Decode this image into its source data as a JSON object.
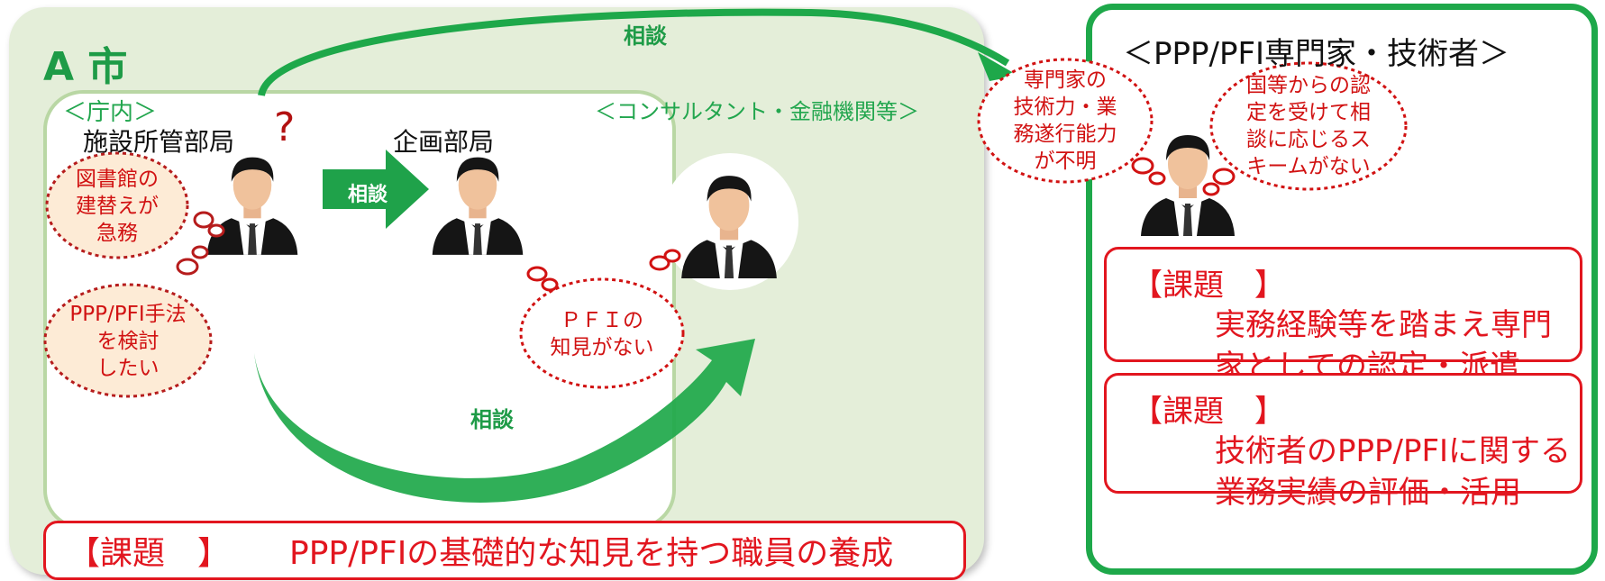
{
  "city": {
    "title": "A 市",
    "office_label": "＜庁内＞",
    "facility_dept": "施設所管部局",
    "planning_dept": "企画部局",
    "consultant_label": "＜コンサルタント・金融機関等＞",
    "question_mark": "?",
    "consult_top": "相談",
    "consult_mid": "相談",
    "consult_bottom": "相談",
    "bubble_library": [
      "図書館の",
      "建替えが",
      "急務"
    ],
    "bubble_ppp": [
      "PPP/PFI手法",
      "を検討",
      "したい"
    ],
    "bubble_pfi": [
      "ＰＦＩの",
      "知見がない"
    ],
    "task": {
      "bracket": "【課題　】",
      "text": "PPP/PFIの基礎的な知見を持つ職員の養成"
    }
  },
  "expert": {
    "title": "＜PPP/PFI専門家・技術者＞",
    "bubble_left": [
      "専門家の",
      "技術力・業",
      "務遂行能力",
      "が不明"
    ],
    "bubble_right": [
      "国等からの認",
      "定を受けて相",
      "談に応じるス",
      "キームがない"
    ],
    "task1": {
      "bracket": "【課題　】",
      "lines": [
        "実務経験等を踏まえ専門",
        "家としての認定・派遣"
      ]
    },
    "task2": {
      "bracket": "【課題　】",
      "lines": [
        "技術者のPPP/PFIに関する",
        "業務実績の評価・活用"
      ]
    }
  },
  "colors": {
    "green": "#1ea84a",
    "red": "#e2161f",
    "panel_bg": "#e4eed9",
    "bubble_fill": "#fdebd6"
  },
  "icons": [
    "person-icon",
    "thought-bubble",
    "arrow"
  ]
}
